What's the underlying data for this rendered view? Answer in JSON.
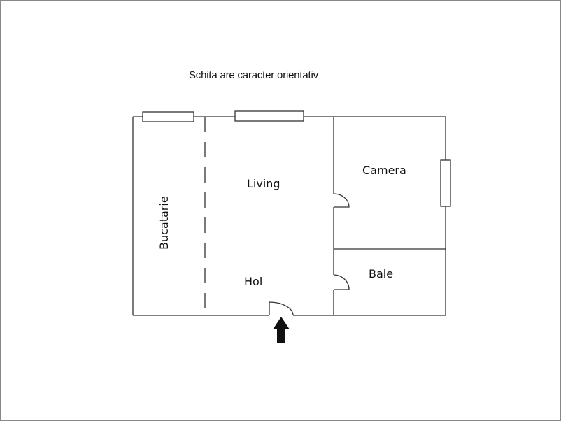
{
  "caption": "Schita are caracter orientativ",
  "rooms": {
    "bucatarie": "Bucatarie",
    "living": "Living",
    "camera": "Camera",
    "hol": "Hol",
    "baie": "Baie"
  },
  "colors": {
    "wall": "#333333",
    "frame": "#888888",
    "arrow": "#111111"
  }
}
